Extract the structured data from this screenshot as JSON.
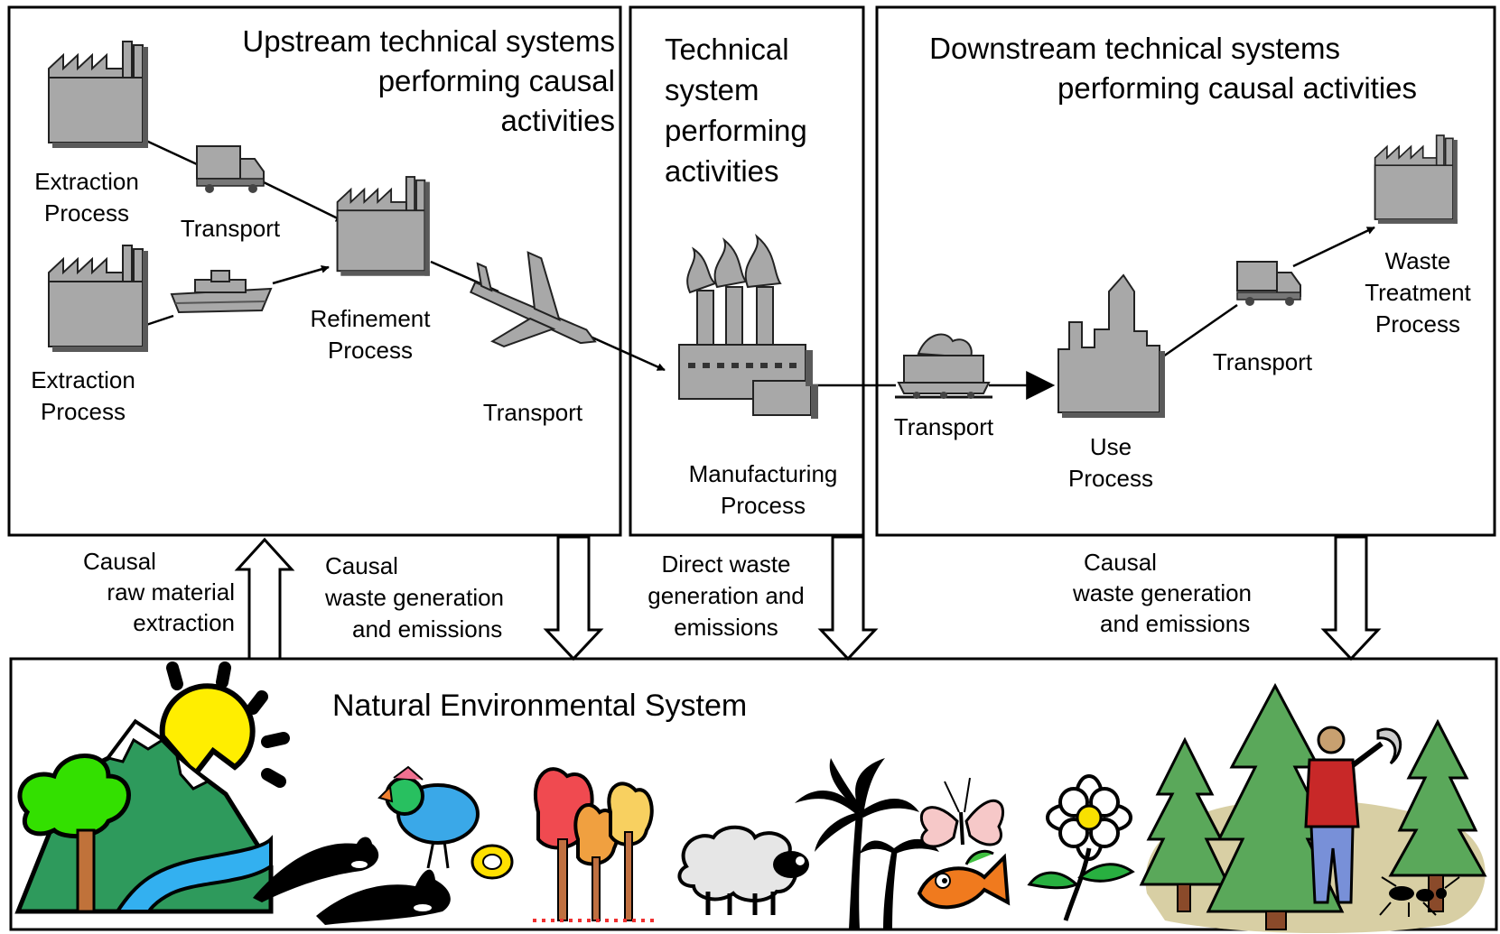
{
  "upstream": {
    "title": [
      "Upstream technical systems",
      "performing causal",
      "activities"
    ],
    "extraction_top": [
      "Extraction",
      "Process"
    ],
    "extraction_bottom": [
      "Extraction",
      "Process"
    ],
    "transport_truck": "Transport",
    "refinement": [
      "Refinement",
      "Process"
    ],
    "transport_plane": "Transport"
  },
  "core": {
    "title": [
      "Technical",
      "system",
      "performing",
      "activities"
    ],
    "manufacturing": [
      "Manufacturing",
      "Process"
    ]
  },
  "downstream": {
    "title": [
      "Downstream technical systems",
      "performing causal activities"
    ],
    "transport_train": "Transport",
    "use": [
      "Use",
      "Process"
    ],
    "transport_truck": "Transport",
    "waste": [
      "Waste",
      "Treatment",
      "Process"
    ]
  },
  "flows": {
    "raw_material": [
      "Causal",
      "raw material",
      "extraction"
    ],
    "upstream_waste": [
      "Causal",
      "waste generation",
      "and  emissions"
    ],
    "direct_waste": [
      "Direct waste",
      "generation and",
      "emissions"
    ],
    "downstream_waste": [
      "Causal",
      "waste generation",
      "and  emissions"
    ]
  },
  "environment": {
    "title": "Natural Environmental System"
  },
  "icons": [
    "factory-icon",
    "truck-icon",
    "ship-icon",
    "airplane-icon",
    "manufacturing-plant-icon",
    "train-icon",
    "building-icon",
    "sun-icon",
    "tree-icon",
    "whale-icon",
    "bird-icon",
    "sheep-icon",
    "palm-tree-icon",
    "butterfly-icon",
    "fish-icon",
    "flower-icon",
    "lumberjack-icon",
    "ant-icon"
  ]
}
